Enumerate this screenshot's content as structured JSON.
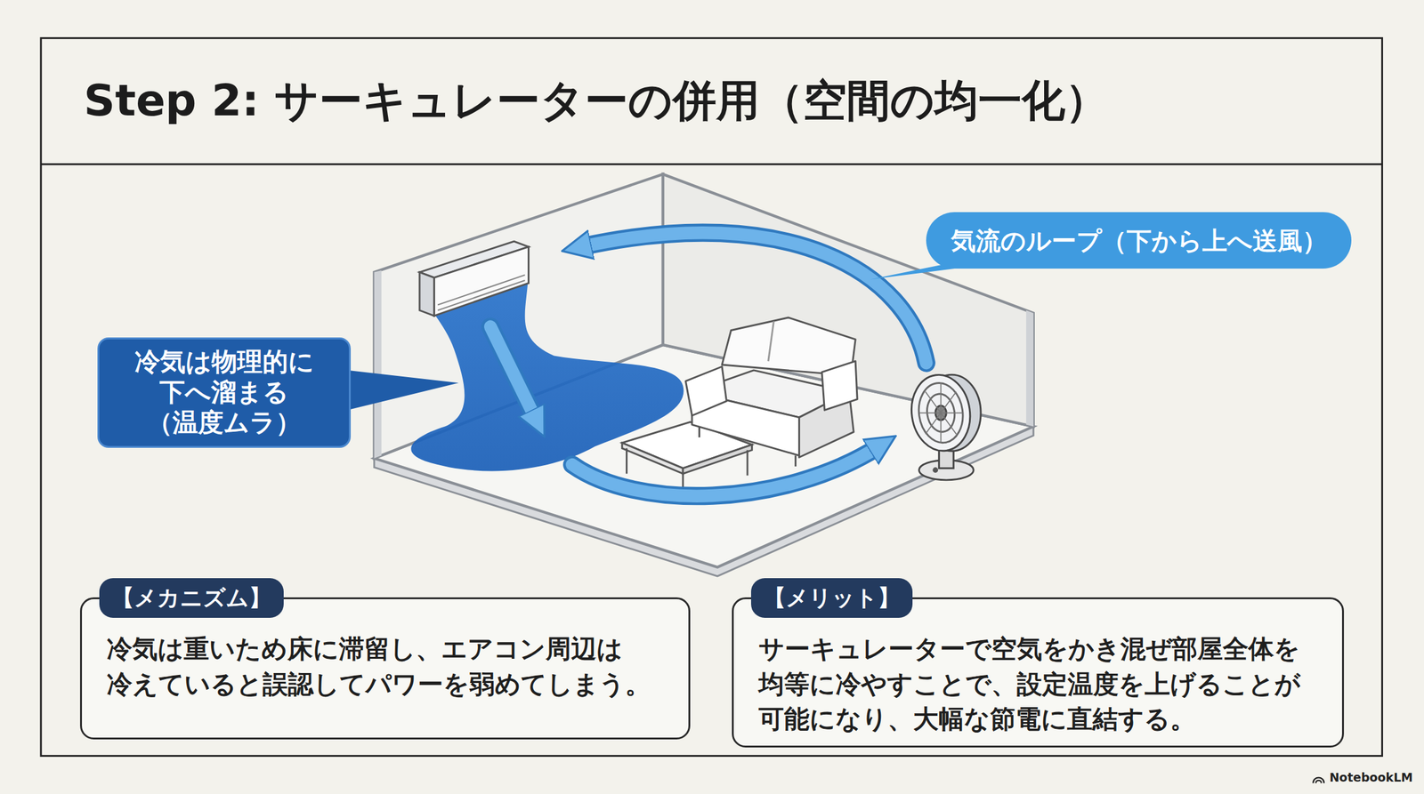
{
  "diagram": {
    "title": "Step 2: サーキュレーターの併用（空間の均一化）",
    "nodes": [
      {
        "text": [
          "冷気は物理的に 下へ溜まる （温度ムラ）"
        ]
      },
      {
        "text": [
          "気流のループ（下から上へ送風）"
        ]
      },
      {
        "text": [
          "【メカニズム】",
          "冷気は重いため床に滞留し、エアコン周辺は 冷えていると誤認してパワーを弱めてしまう。"
        ]
      },
      {
        "text": [
          "【メリット】",
          "サーキュレーターで空気をかき混ぜ部屋全体を 均等に冷やすことで、設定温度を上げることが 可能になり、大幅な節電に直結する。"
        ]
      }
    ],
    "labels": [
      "NotebookLM"
    ]
  }
}
